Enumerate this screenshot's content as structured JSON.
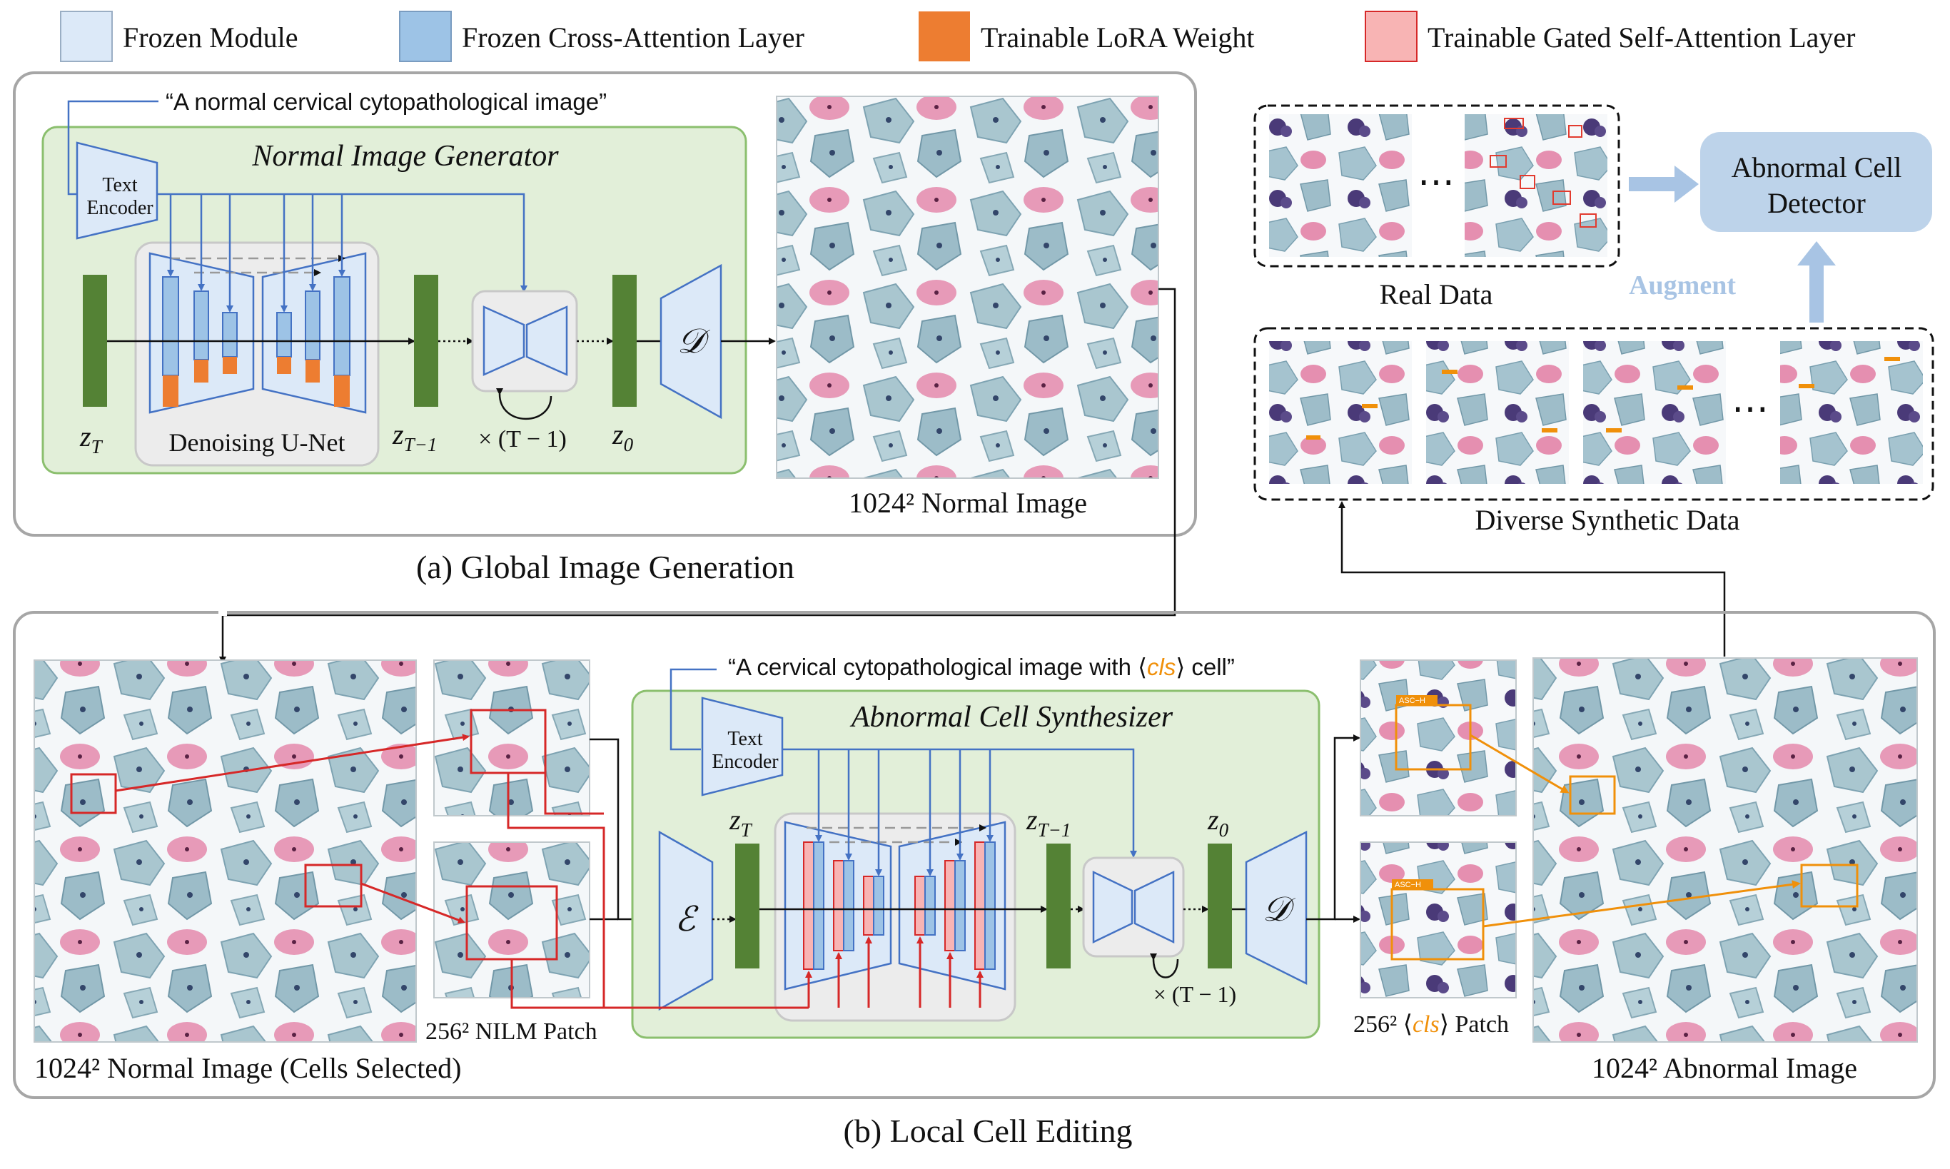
{
  "legend": [
    {
      "label": "Frozen Module",
      "color": "#dce9f8"
    },
    {
      "label": "Frozen Cross-Attention Layer",
      "color": "#9dc3e6"
    },
    {
      "label": "Trainable LoRA Weight",
      "color": "#ed7d31"
    },
    {
      "label": "Trainable Gated Self-Attention Layer",
      "color": "#f8b4b4"
    }
  ],
  "colors": {
    "green_panel": "#e2efd9",
    "green_border": "#8bbf6e",
    "latent": "#548235",
    "frozen": "#dce9f8",
    "cross_attn": "#9dc3e6",
    "lora": "#ed7d31",
    "gated": "#f8b4b4",
    "arrow_blue": "#4472c4",
    "arrow_red": "#d62828",
    "arrow_orange": "#f0900a",
    "cls_orange": "#f0900a",
    "augment_blue": "#a8c4e4",
    "detector_fill": "#bdd3ea"
  },
  "panel_a": {
    "caption": "(a) Global Image Generation",
    "prompt": "“A normal cervical cytopathological image”",
    "generator_title": "Normal Image Generator",
    "text_encoder": [
      "Text",
      "Encoder"
    ],
    "unet_label": "Denoising U-Net",
    "z_t": "z",
    "z_t_sub": "T",
    "z_t1": "z",
    "z_t1_sub": "T−1",
    "z_0": "z",
    "z_0_sub": "0",
    "loop_label": "× (T − 1)",
    "decoder": "𝒟",
    "output_caption": "1024² Normal Image"
  },
  "right_panel": {
    "real_caption": "Real Data",
    "ellipsis": "⋯",
    "detector": [
      "Abnormal Cell",
      "Detector"
    ],
    "augment": "Augment",
    "synthetic_caption": "Diverse Synthetic Data"
  },
  "panel_b": {
    "caption": "(b) Local Cell Editing",
    "input_caption": "1024² Normal Image (Cells Selected)",
    "nilm_caption": "256² NILM Patch",
    "prompt_pre": "“A cervical cytopathological image with ⟨",
    "prompt_cls": "cls",
    "prompt_post": "⟩ cell”",
    "synth_title": "Abnormal Cell Synthesizer",
    "text_encoder": [
      "Text",
      "Encoder"
    ],
    "encoder": "ℰ",
    "decoder": "𝒟",
    "z_t": "z",
    "z_t_sub": "T",
    "z_t1": "z",
    "z_t1_sub": "T−1",
    "z_0": "z",
    "z_0_sub": "0",
    "loop_label": "× (T − 1)",
    "cls_caption_pre": "256² ⟨",
    "cls_caption_cls": "cls",
    "cls_caption_post": "⟩ Patch",
    "output_caption": "1024² Abnormal Image",
    "box_tag": "ASC−H"
  }
}
